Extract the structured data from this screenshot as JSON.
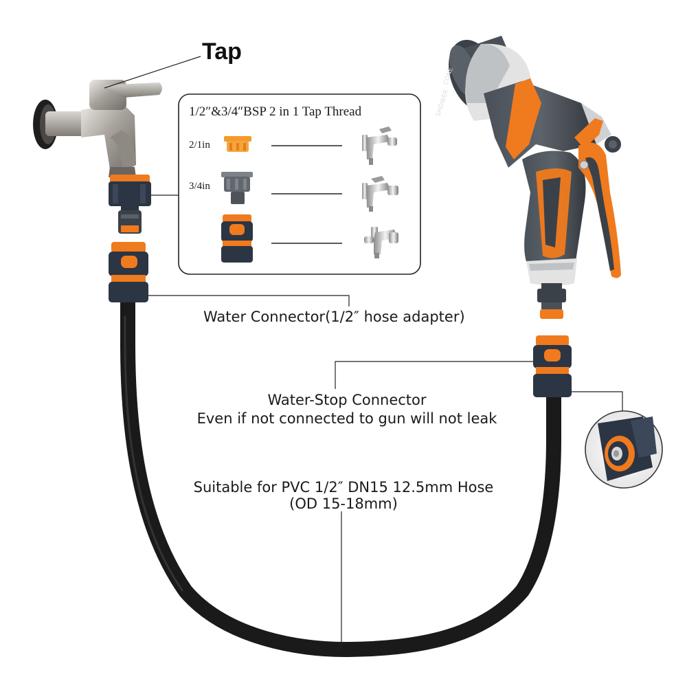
{
  "labels": {
    "tap": "Tap",
    "inset_title": "1/2″&3/4″BSP 2 in 1 Tap Thread",
    "size_half": "2/1in",
    "size_three_quarter": "3/4in",
    "water_connector": "Water Connector(1/2″  hose adapter)",
    "water_stop_line1": "Water-Stop Connector",
    "water_stop_line2": "Even if not connected to gun will not leak",
    "suitable_line1": "Suitable for PVC 1/2″  DN15 12.5mm Hose",
    "suitable_line2": "(OD 15-18mm)",
    "nozzle_text_cone": "CONE",
    "nozzle_text_shower": "SHOWER"
  },
  "colors": {
    "orange": "#f07a1e",
    "dark_grey": "#3b4148",
    "navy": "#2c3544",
    "silver": "#c9c9c9",
    "hose": "#1a1a1a"
  }
}
